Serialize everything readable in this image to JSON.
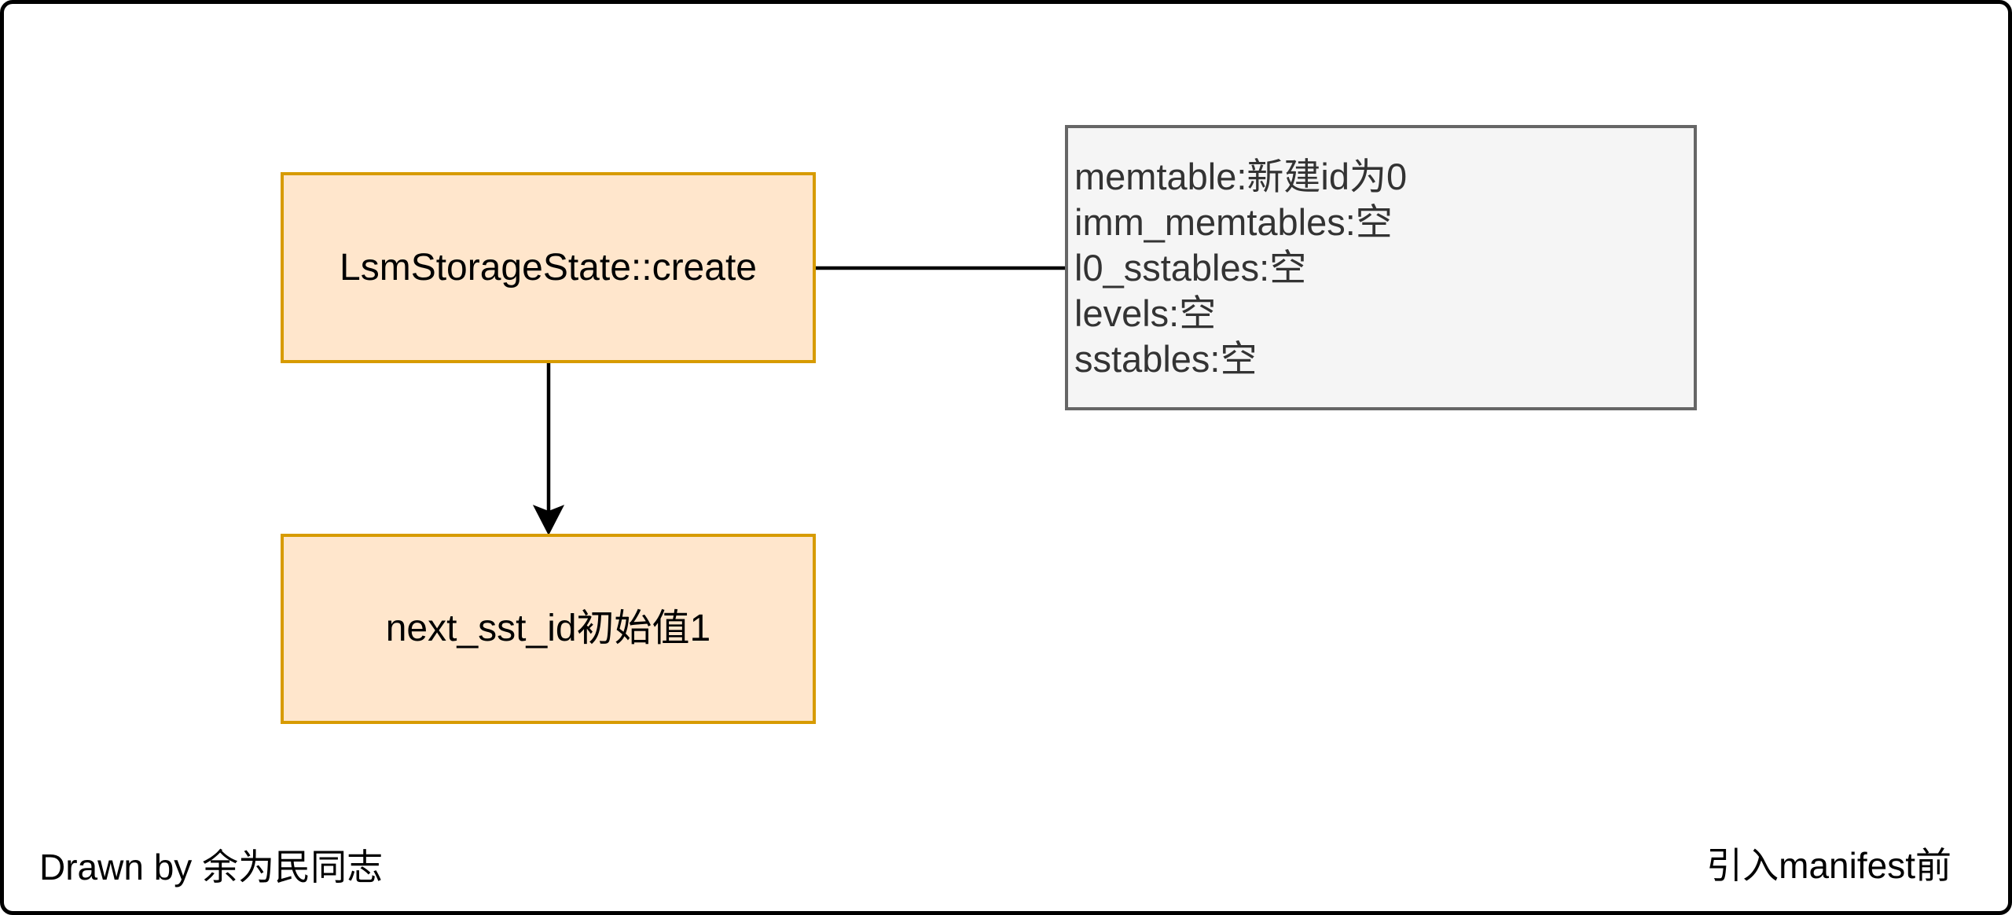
{
  "colors": {
    "background": "#FFFFFF",
    "canvas_border": "#000000",
    "node_fill": "#FFE6CC",
    "node_border": "#D79B00",
    "node_text": "#000000",
    "note_fill": "#F5F5F5",
    "note_border": "#666666",
    "note_text": "#333333",
    "edge": "#000000"
  },
  "nodes": {
    "create": {
      "label": "LsmStorageState::create"
    },
    "next_sst_id": {
      "label": "next_sst_id初始值1"
    },
    "state_note": {
      "lines": [
        "memtable:新建id为0",
        "imm_memtables:空",
        "l0_sstables:空",
        "levels:空",
        "sstables:空"
      ]
    }
  },
  "edges": [
    {
      "from": "create",
      "to": "next_sst_id",
      "style": "arrow-down"
    },
    {
      "from": "create",
      "to": "state_note",
      "style": "plain-line"
    }
  ],
  "footer": {
    "credit": "Drawn by 余为民同志",
    "caption": "引入manifest前"
  }
}
